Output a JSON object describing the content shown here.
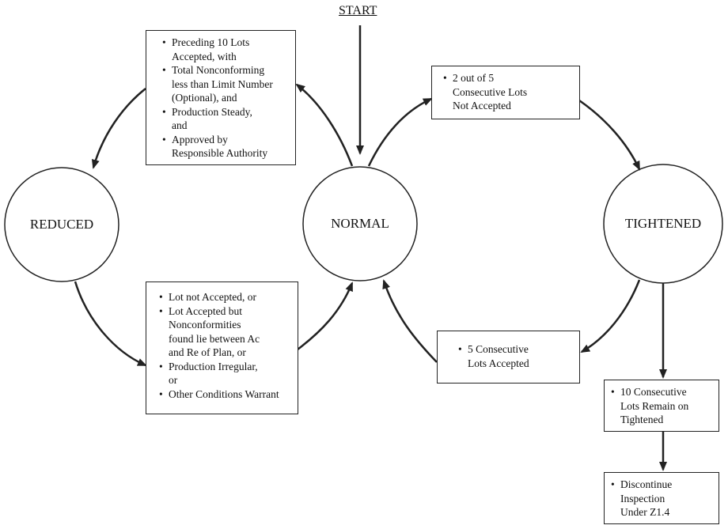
{
  "start_label": "START",
  "states": {
    "reduced": "REDUCED",
    "normal": "NORMAL",
    "tightened": "TIGHTENED"
  },
  "boxes": {
    "normal_to_reduced": [
      {
        "bullet": true,
        "text": "Preceding 10 Lots"
      },
      {
        "bullet": false,
        "text": "Accepted, with"
      },
      {
        "bullet": true,
        "text": "Total Nonconforming"
      },
      {
        "bullet": false,
        "text": "less than Limit Number"
      },
      {
        "bullet": false,
        "text": "(Optional), and"
      },
      {
        "bullet": true,
        "text": "Production Steady,"
      },
      {
        "bullet": false,
        "text": "and"
      },
      {
        "bullet": true,
        "text": "Approved by"
      },
      {
        "bullet": false,
        "text": "Responsible Authority"
      }
    ],
    "reduced_to_normal": [
      {
        "bullet": true,
        "text": "Lot not Accepted, or"
      },
      {
        "bullet": true,
        "text": "Lot Accepted but"
      },
      {
        "bullet": false,
        "text": "Nonconformities"
      },
      {
        "bullet": false,
        "text": "found lie between Ac"
      },
      {
        "bullet": false,
        "text": "and Re of Plan, or"
      },
      {
        "bullet": true,
        "text": "Production Irregular,"
      },
      {
        "bullet": false,
        "text": "or"
      },
      {
        "bullet": true,
        "text": "Other Conditions Warrant"
      }
    ],
    "normal_to_tightened": [
      {
        "bullet": true,
        "text": "2 out of 5"
      },
      {
        "bullet": false,
        "text": "Consecutive Lots"
      },
      {
        "bullet": false,
        "text": "Not Accepted"
      }
    ],
    "tightened_to_normal": [
      {
        "bullet": true,
        "text": "5 Consecutive"
      },
      {
        "bullet": false,
        "text": "Lots Accepted"
      }
    ],
    "tightened_remain": [
      {
        "bullet": true,
        "text": "10 Consecutive"
      },
      {
        "bullet": false,
        "text": "Lots Remain on"
      },
      {
        "bullet": false,
        "text": "Tightened"
      }
    ],
    "discontinue": [
      {
        "bullet": true,
        "text": "Discontinue"
      },
      {
        "bullet": false,
        "text": "Inspection"
      },
      {
        "bullet": false,
        "text": "Under Z1.4"
      }
    ]
  }
}
